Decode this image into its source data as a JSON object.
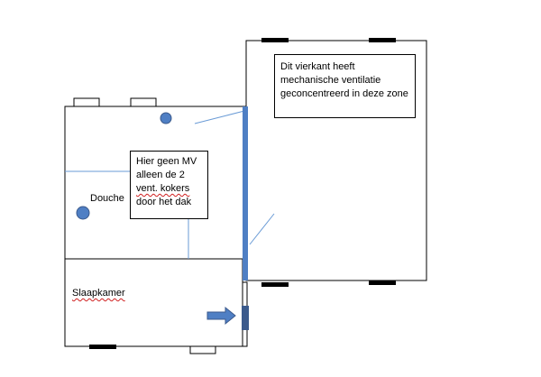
{
  "colors": {
    "wall": "#000000",
    "background": "#ffffff",
    "accent_blue": "#4f7fc4",
    "dark_blue": "#3b5a8c",
    "thin_line": "#6a9bd6",
    "spellcheck": "#d02020"
  },
  "notes": {
    "zone": {
      "lines": [
        "Dit vierkant heeft",
        "mechanische ventilatie",
        "geconcentreerd in deze zone"
      ]
    },
    "no_mv": {
      "line1": "Hier geen MV",
      "line2": "alleen de 2",
      "line3": "vent. kokers",
      "line4": "door het dak"
    }
  },
  "rooms": {
    "douche": "Douche",
    "slaapkamer": "Slaapkamer"
  }
}
